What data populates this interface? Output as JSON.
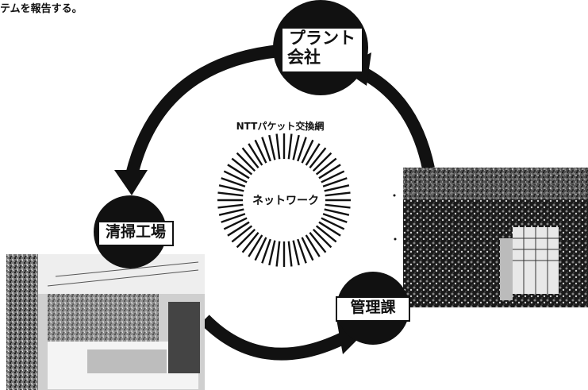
{
  "caption": "テムを報告する。",
  "network": {
    "title": "NTTパケット交換網",
    "center_label": "ネットワーク"
  },
  "nodes": {
    "plant": {
      "line1": "プラント",
      "line2": "会社"
    },
    "cleaning": {
      "label": "清掃工場"
    },
    "management": {
      "label": "管理課"
    }
  },
  "colors": {
    "ink": "#111111",
    "background": "#ffffff"
  }
}
